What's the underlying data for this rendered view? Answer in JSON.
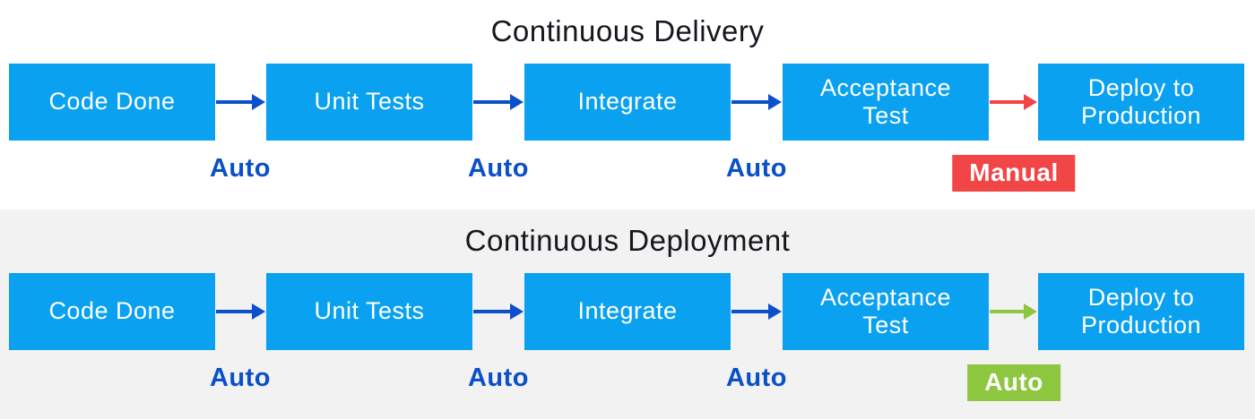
{
  "colors": {
    "box-blue": "#0aa1f0",
    "box-text": "#ffffff",
    "arrow-blue": "#0b50c9",
    "badge-red": "#f24545",
    "badge-green": "#8dc63f",
    "title-dark": "#16161e",
    "section2-bg": "#f2f2f2"
  },
  "sections": [
    {
      "title": "Continuous Delivery",
      "stages": [
        "Code Done",
        "Unit Tests",
        "Integrate",
        "Acceptance Test",
        "Deploy to Production"
      ],
      "auto_labels": [
        "Auto",
        "Auto",
        "Auto"
      ],
      "final_badge": {
        "label": "Manual",
        "type": "manual"
      }
    },
    {
      "title": "Continuous Deployment",
      "stages": [
        "Code Done",
        "Unit Tests",
        "Integrate",
        "Acceptance Test",
        "Deploy to Production"
      ],
      "auto_labels": [
        "Auto",
        "Auto",
        "Auto"
      ],
      "final_badge": {
        "label": "Auto",
        "type": "auto"
      }
    }
  ]
}
